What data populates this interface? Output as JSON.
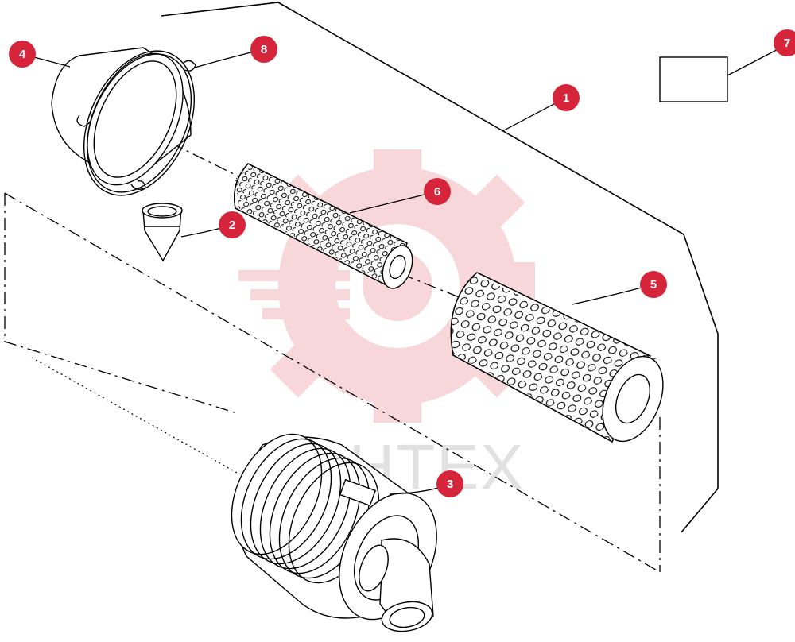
{
  "diagram": {
    "callouts": [
      {
        "id": "1",
        "label": "1"
      },
      {
        "id": "2",
        "label": "2"
      },
      {
        "id": "3",
        "label": "3"
      },
      {
        "id": "4",
        "label": "4"
      },
      {
        "id": "5",
        "label": "5"
      },
      {
        "id": "6",
        "label": "6"
      },
      {
        "id": "7",
        "label": "7"
      },
      {
        "id": "8",
        "label": "8"
      }
    ],
    "callout_color": "#d6253a",
    "line_color": "#000000",
    "watermark_text": "MHTEX",
    "watermark_color": "#f4b7bc"
  }
}
